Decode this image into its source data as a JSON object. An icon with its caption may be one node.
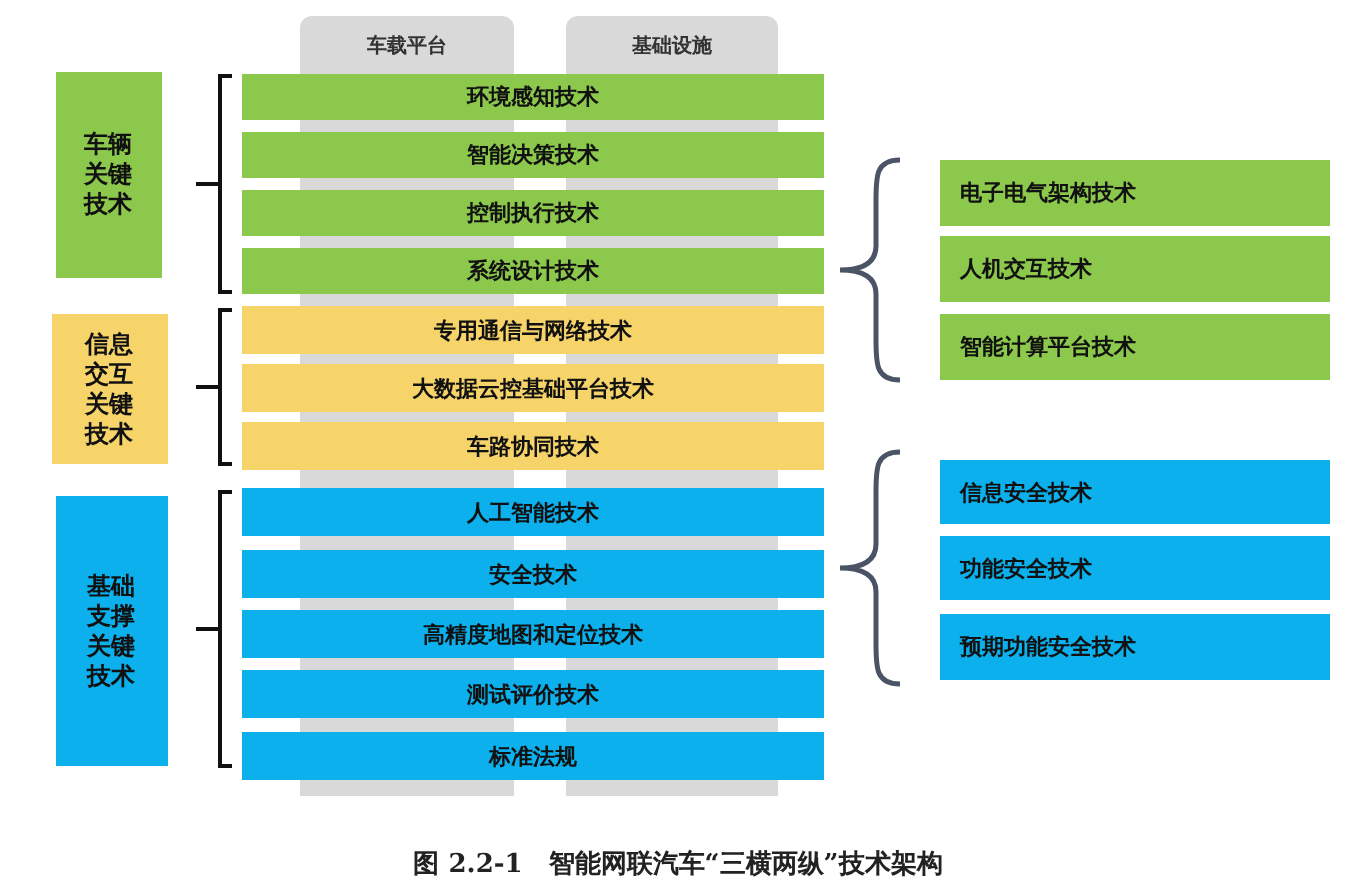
{
  "diagram": {
    "caption": "图 2.2-1　智能网联汽车“三横两纵”技术架构",
    "nodes": [
      {
        "text": [
          "车载平台"
        ]
      },
      {
        "text": [
          "基础设施"
        ]
      },
      {
        "text": [
          "车辆关键技术"
        ]
      },
      {
        "text": [
          "环境感知技术"
        ]
      },
      {
        "text": [
          "智能决策技术"
        ]
      },
      {
        "text": [
          "控制执行技术"
        ]
      },
      {
        "text": [
          "系统设计技术"
        ]
      },
      {
        "text": [
          "电子电气架构技术"
        ]
      },
      {
        "text": [
          "人机交互技术"
        ]
      },
      {
        "text": [
          "智能计算平台技术"
        ]
      },
      {
        "text": [
          "信息交互关键技术"
        ]
      },
      {
        "text": [
          "专用通信与网络技术"
        ]
      },
      {
        "text": [
          "大数据云控基础平台技术"
        ]
      },
      {
        "text": [
          "车路协同技术"
        ]
      },
      {
        "text": [
          "基础支撑关键技术"
        ]
      },
      {
        "text": [
          "人工智能技术"
        ]
      },
      {
        "text": [
          "安全技术"
        ]
      },
      {
        "text": [
          "高精度地图和定位技术"
        ]
      },
      {
        "text": [
          "测试评价技术"
        ]
      },
      {
        "text": [
          "标准法规"
        ]
      },
      {
        "text": [
          "信息安全技术"
        ]
      },
      {
        "text": [
          "功能安全技术"
        ]
      },
      {
        "text": [
          "预期功能安全技术"
        ]
      }
    ]
  }
}
